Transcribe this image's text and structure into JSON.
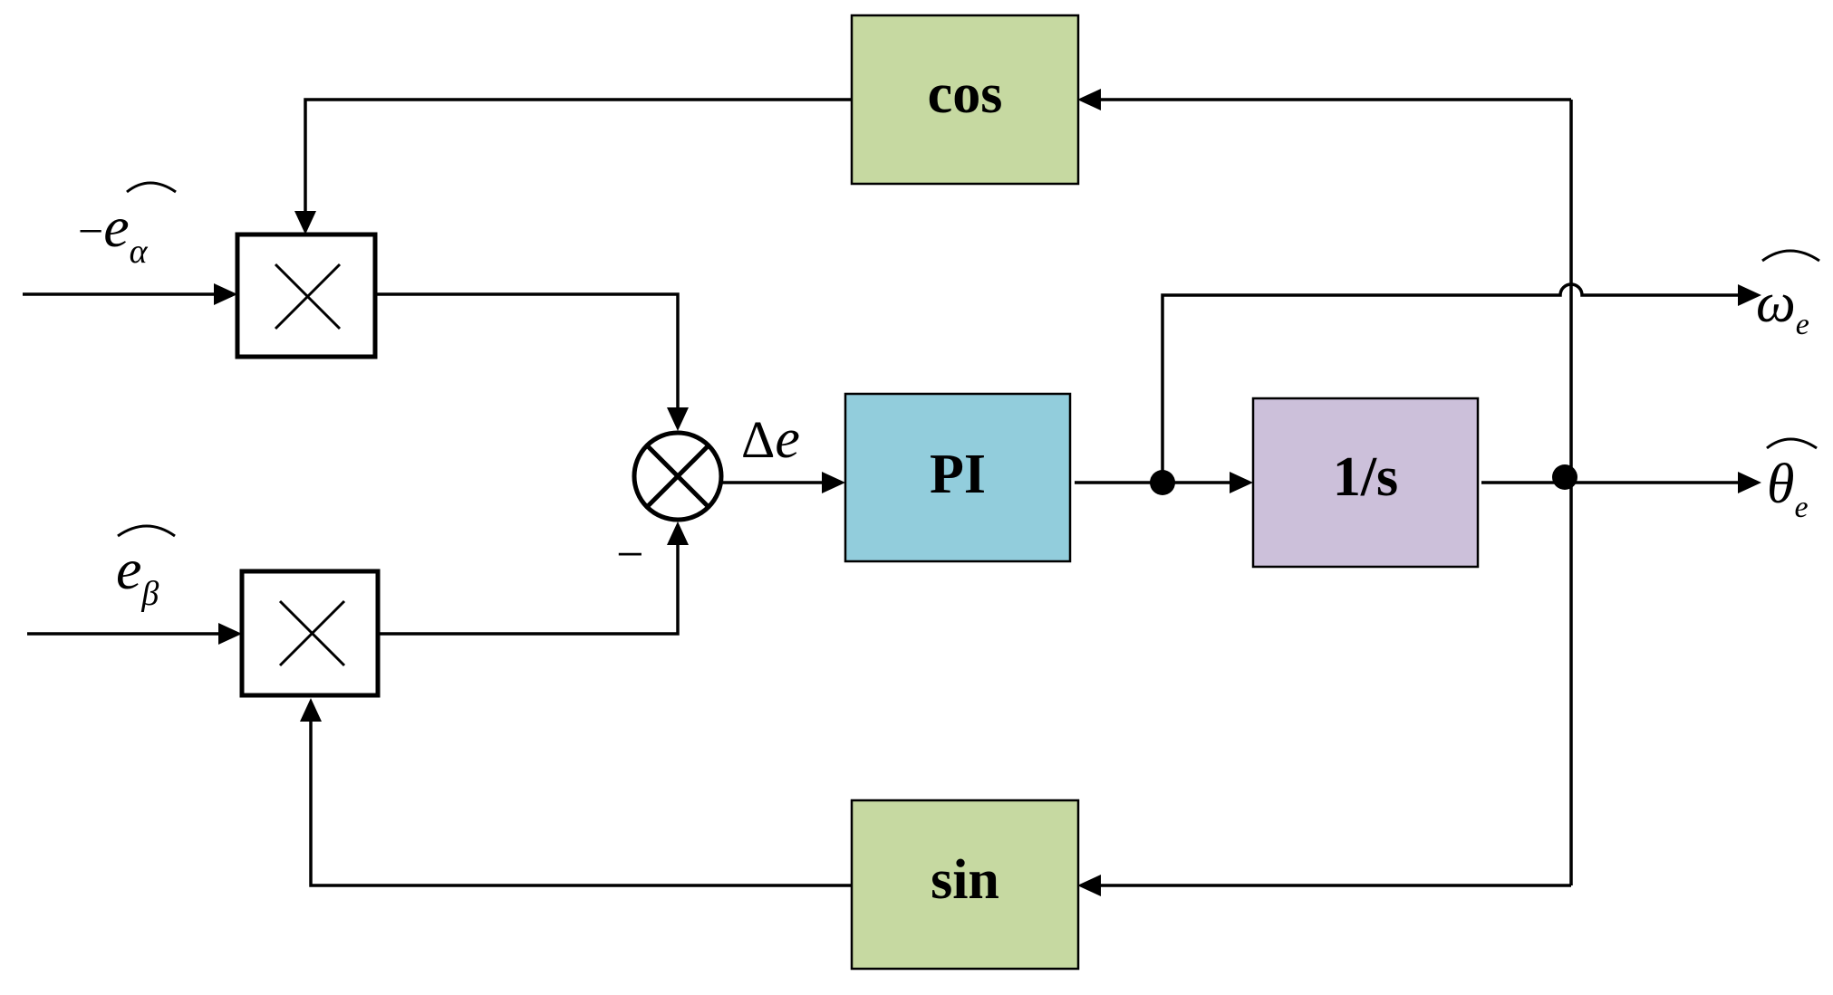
{
  "blocks": {
    "cos": {
      "label": "cos",
      "color": "#c6d9a1"
    },
    "sin": {
      "label": "sin",
      "color": "#c6d9a1"
    },
    "pi": {
      "label": "PI",
      "color": "#92cddc"
    },
    "integrator": {
      "label": "1/s",
      "color": "#ccc0da"
    }
  },
  "signals": {
    "e_alpha": {
      "sign": "−",
      "symbol": "e",
      "subscript": "α"
    },
    "e_beta": {
      "symbol": "e",
      "subscript": "β"
    },
    "delta_e": {
      "prefix": "Δ",
      "symbol": "e"
    },
    "sum_minus": "−",
    "omega": {
      "symbol": "ω",
      "subscript": "e"
    },
    "theta": {
      "symbol": "θ",
      "subscript": "e"
    }
  }
}
